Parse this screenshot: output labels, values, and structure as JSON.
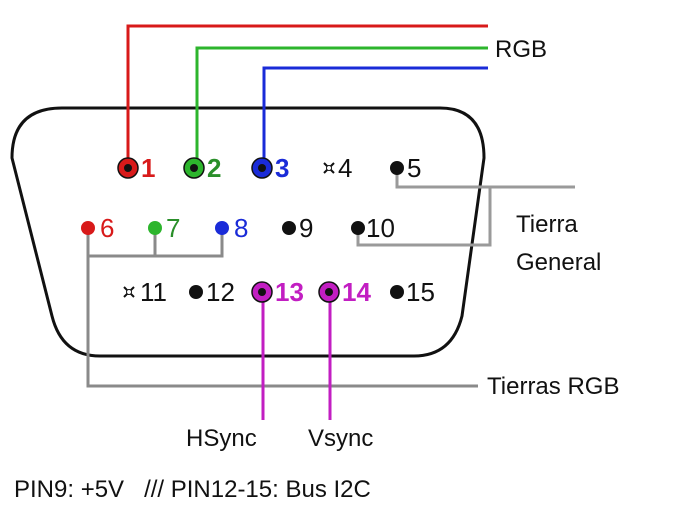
{
  "colors": {
    "red": "#d81a1a",
    "green": "#2db52d",
    "green_label": "#2a8f2a",
    "blue": "#1a2bd8",
    "magenta": "#c21ec2",
    "grey": "#9a9a9a",
    "black": "#111111",
    "connector_outline": "#111111"
  },
  "pins": [
    {
      "number": "1",
      "style": "ring",
      "color": "red",
      "bold": true
    },
    {
      "number": "2",
      "style": "ring",
      "color": "green",
      "bold": true
    },
    {
      "number": "3",
      "style": "ring",
      "color": "blue",
      "bold": true
    },
    {
      "number": "4",
      "style": "nc",
      "color": "black",
      "bold": false
    },
    {
      "number": "5",
      "style": "dot",
      "color": "black",
      "bold": false
    },
    {
      "number": "6",
      "style": "dot",
      "color": "red",
      "bold": false
    },
    {
      "number": "7",
      "style": "dot",
      "color": "green",
      "bold": false
    },
    {
      "number": "8",
      "style": "dot",
      "color": "blue",
      "bold": false
    },
    {
      "number": "9",
      "style": "dot",
      "color": "black",
      "bold": false
    },
    {
      "number": "10",
      "style": "dot",
      "color": "black",
      "bold": false
    },
    {
      "number": "11",
      "style": "nc",
      "color": "black",
      "bold": false
    },
    {
      "number": "12",
      "style": "dot",
      "color": "black",
      "bold": false
    },
    {
      "number": "13",
      "style": "ring",
      "color": "magenta",
      "bold": true
    },
    {
      "number": "14",
      "style": "ring",
      "color": "magenta",
      "bold": true
    },
    {
      "number": "15",
      "style": "dot",
      "color": "black",
      "bold": false
    }
  ],
  "labels": {
    "rgb": "RGB",
    "tierra_line1": "Tierra",
    "tierra_line2": "General",
    "tierras_rgb": "Tierras RGB",
    "hsync": "HSync",
    "vsync": "Vsync"
  },
  "footer": "PIN9: +5V   /// PIN12-15: Bus I2C"
}
